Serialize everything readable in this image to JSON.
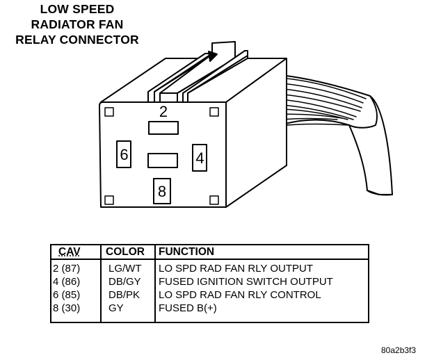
{
  "title": {
    "lines": [
      "LOW SPEED",
      "RADIATOR FAN",
      "RELAY CONNECTOR"
    ]
  },
  "connector": {
    "cavity_labels": [
      "2",
      "6",
      "4",
      "8"
    ]
  },
  "table": {
    "headers": [
      "CAV",
      "COLOR",
      "FUNCTION"
    ],
    "rows": [
      {
        "cav": "2 (87)",
        "color": "LG/WT",
        "function": "LO SPD RAD FAN RLY OUTPUT"
      },
      {
        "cav": "4 (86)",
        "color": "DB/GY",
        "function": "FUSED IGNITION SWITCH OUTPUT"
      },
      {
        "cav": "6 (85)",
        "color": "DB/PK",
        "function": "LO SPD RAD FAN RLY CONTROL"
      },
      {
        "cav": "8 (30)",
        "color": "GY",
        "function": "FUSED B(+)"
      }
    ]
  },
  "figure_id": "80a2b3f3"
}
